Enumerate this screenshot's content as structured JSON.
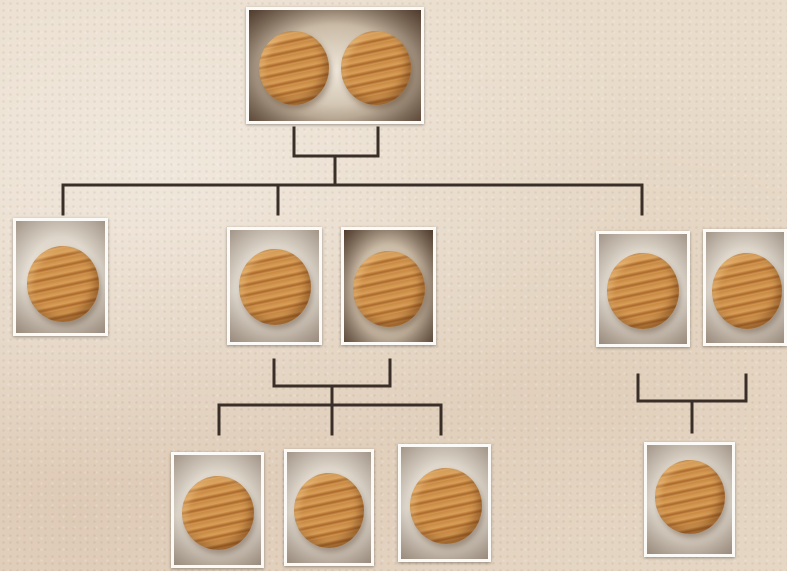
{
  "diagram": {
    "type": "family-tree",
    "generations": [
      {
        "level": 1,
        "members": 2
      },
      {
        "level": 2,
        "members": 5
      },
      {
        "level": 3,
        "members": 4
      }
    ]
  },
  "icons": {
    "member": "cookie-icon",
    "connector": "tree-connector-line"
  },
  "colors": {
    "background": "#e9dccb",
    "line": "#3a2f28",
    "frame": "#fbfaf7",
    "cookie": "#c98a44"
  }
}
